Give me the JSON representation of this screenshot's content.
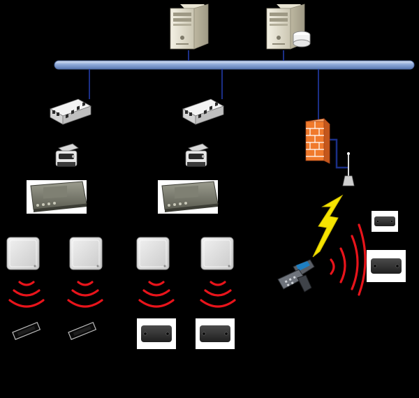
{
  "diagram": {
    "kind": "rfid-network-topology",
    "background": "#000000",
    "colors": {
      "backbone": "#8ea9d8",
      "link": "#1b2f86",
      "wave": "#e8141b",
      "firewall": "#f07a2c",
      "lightning": "#f6e400",
      "device_gray": "#d9d9d9"
    },
    "nodes": [
      {
        "id": "app-server",
        "icon": "server-tower-icon"
      },
      {
        "id": "database-server",
        "icon": "database-server-icon"
      },
      {
        "id": "network-switch-1",
        "icon": "network-switch-icon"
      },
      {
        "id": "network-switch-2",
        "icon": "network-switch-icon"
      },
      {
        "id": "firewall",
        "icon": "brick-firewall-icon"
      },
      {
        "id": "wireless-access-point",
        "icon": "antenna-icon"
      },
      {
        "id": "label-printer-1",
        "icon": "printer-icon"
      },
      {
        "id": "label-printer-2",
        "icon": "printer-icon"
      },
      {
        "id": "rfid-reader-1",
        "icon": "rfid-reader-module-icon"
      },
      {
        "id": "rfid-reader-2",
        "icon": "rfid-reader-module-icon"
      },
      {
        "id": "antenna-1",
        "icon": "panel-antenna-icon"
      },
      {
        "id": "antenna-2",
        "icon": "panel-antenna-icon"
      },
      {
        "id": "antenna-3",
        "icon": "panel-antenna-icon"
      },
      {
        "id": "antenna-4",
        "icon": "panel-antenna-icon"
      },
      {
        "id": "tag-1",
        "icon": "rfid-label-tag-icon"
      },
      {
        "id": "tag-2",
        "icon": "rfid-label-tag-icon"
      },
      {
        "id": "tag-3",
        "icon": "hard-rfid-tag-icon"
      },
      {
        "id": "tag-4",
        "icon": "hard-rfid-tag-icon"
      },
      {
        "id": "tag-5",
        "icon": "hard-rfid-tag-icon"
      },
      {
        "id": "tag-6",
        "icon": "hard-rfid-tag-icon"
      },
      {
        "id": "handheld-reader",
        "icon": "handheld-rfid-reader-icon"
      }
    ],
    "connections": [
      {
        "from": "app-server",
        "to": "backbone"
      },
      {
        "from": "database-server",
        "to": "backbone"
      },
      {
        "from": "network-switch-1",
        "to": "backbone"
      },
      {
        "from": "network-switch-2",
        "to": "backbone"
      },
      {
        "from": "firewall",
        "to": "backbone"
      },
      {
        "from": "firewall",
        "to": "wireless-access-point"
      },
      {
        "from": "wireless-access-point",
        "to": "handheld-reader",
        "type": "wireless"
      }
    ]
  }
}
